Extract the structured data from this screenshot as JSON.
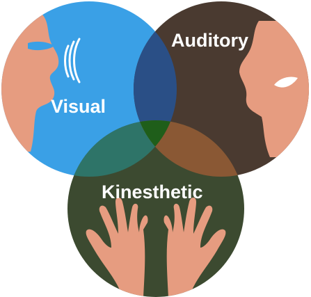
{
  "diagram": {
    "labels": {
      "visual": "Visual",
      "auditory": "Auditory",
      "kinesthetic": "Kinesthetic"
    },
    "colors": {
      "visual": "#3aa0e6",
      "auditory": "#4a3a30",
      "kinesthetic": "#3c4a30",
      "visual_auditory": "#2a4f86",
      "visual_kinesthetic": "#2e7468",
      "auditory_kinesthetic": "#8a5834",
      "center": "#1f5e1a",
      "skin": "#e69c80",
      "sound_lines": "#ffffff"
    },
    "icons": {
      "visual": "face-profile-speaking-icon",
      "auditory": "face-profile-eye-icon",
      "kinesthetic": "open-hands-icon"
    }
  }
}
